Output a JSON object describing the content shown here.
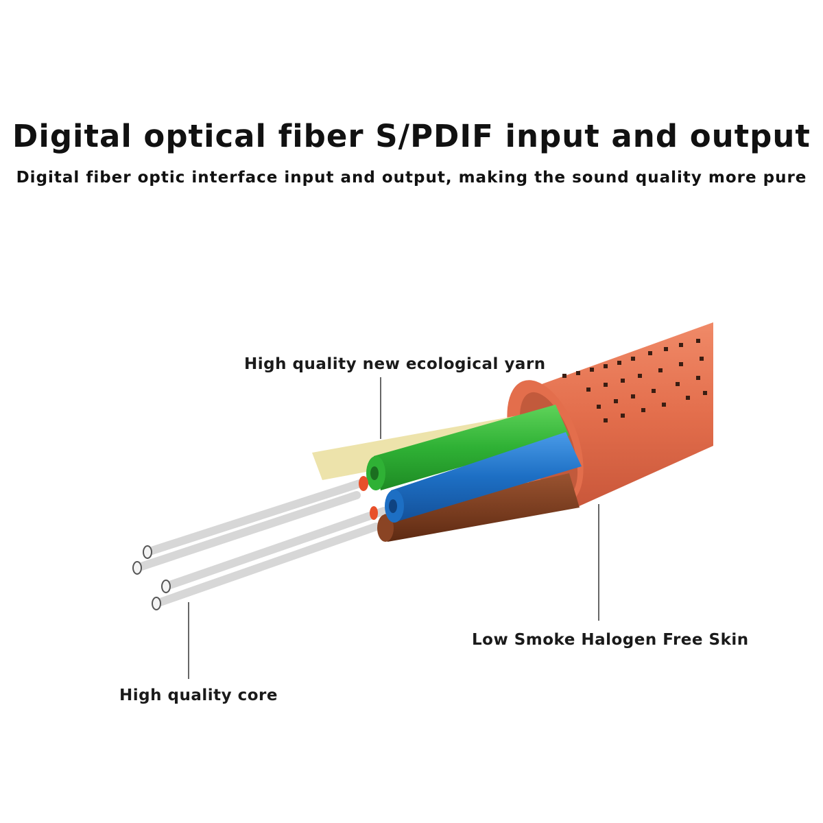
{
  "title": "Digital optical fiber S/PDIF input and output",
  "subtitle": "Digital fiber optic interface input and output, making the sound quality more pure",
  "labels": {
    "yarn": "High quality new ecological yarn",
    "skin": "Low Smoke Halogen Free Skin",
    "core": "High quality core"
  },
  "colors": {
    "jacket": "#e36e4c",
    "green_tube": "#2fb135",
    "blue_tube": "#1d6fc4",
    "brown_tube": "#7b3a1e",
    "yarn": "#ece2a6"
  }
}
